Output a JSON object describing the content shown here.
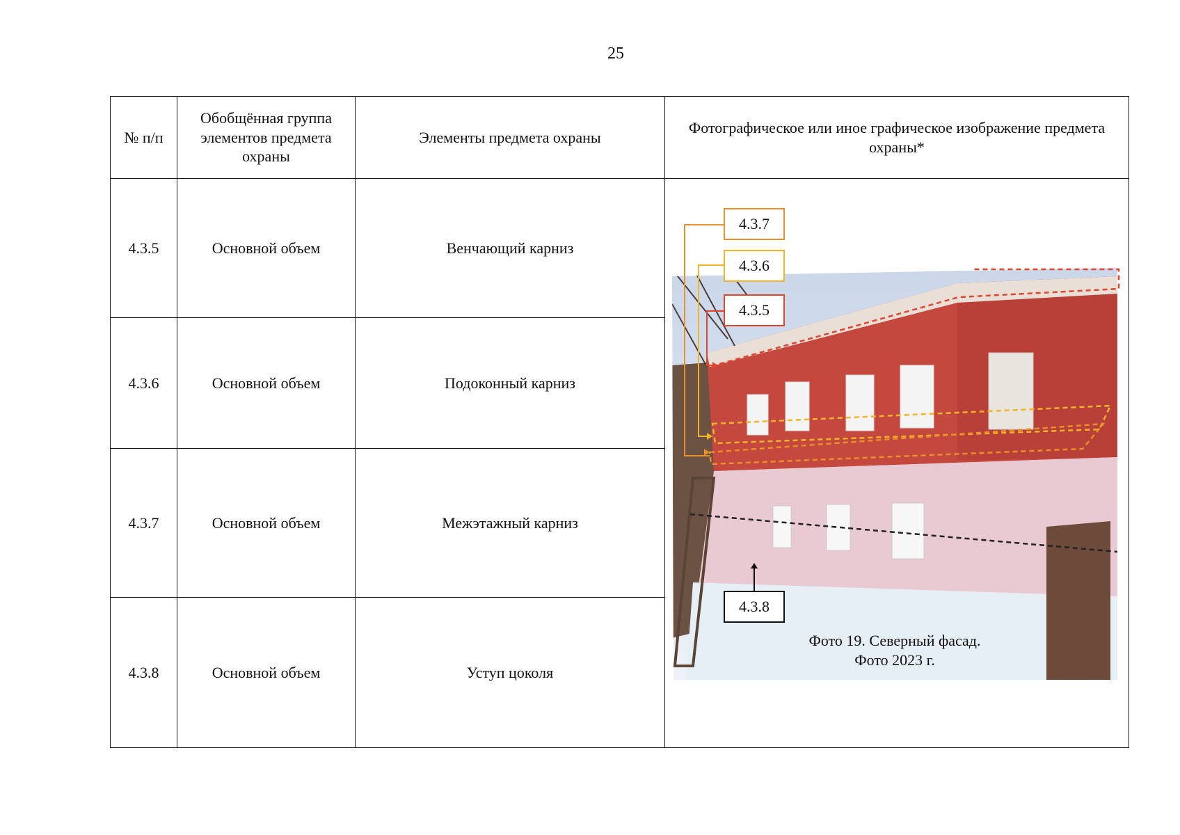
{
  "page": {
    "number": "25"
  },
  "table": {
    "headers": {
      "num": "№ п/п",
      "group": "Обобщённая группа элементов предмета охраны",
      "elements": "Элементы предмета охраны",
      "image": "Фотографическое или иное графическое изображение предмета охраны*"
    },
    "rows": [
      {
        "num": "4.3.5",
        "group": "Основной объем",
        "element": "Венчающий карниз"
      },
      {
        "num": "4.3.6",
        "group": "Основной объем",
        "element": "Подоконный карниз"
      },
      {
        "num": "4.3.7",
        "group": "Основной объем",
        "element": "Межэтажный карниз"
      },
      {
        "num": "4.3.8",
        "group": "Основной объем",
        "element": "Уступ цоколя"
      }
    ]
  },
  "figure": {
    "labels": {
      "l437": {
        "text": "4.3.7",
        "color": "#e8902a"
      },
      "l436": {
        "text": "4.3.6",
        "color": "#f2b52a"
      },
      "l435": {
        "text": "4.3.5",
        "color": "#e0452e"
      },
      "l438": {
        "text": "4.3.8",
        "color": "#111111"
      }
    },
    "caption_line1": "Фото 19. Северный фасад.",
    "caption_line2": "Фото 2023 г."
  }
}
